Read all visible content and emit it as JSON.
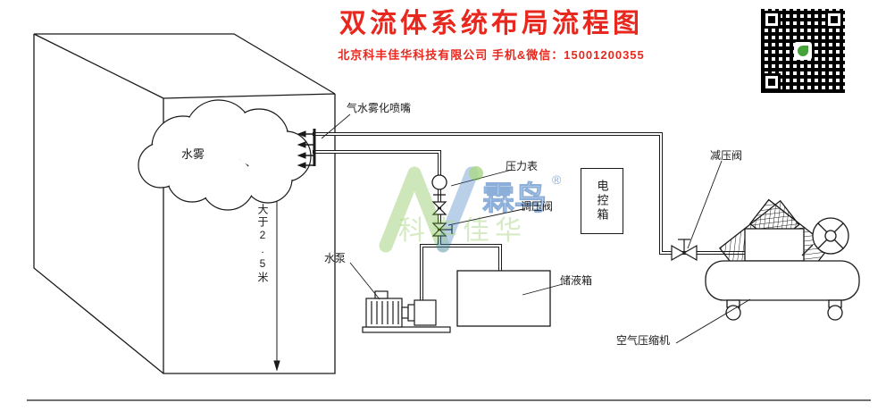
{
  "header": {
    "title": "双流体系统布局流程图",
    "subtitle": "北京科丰佳华科技有限公司 手机&微信：15001200355"
  },
  "labels": {
    "nozzle": "气水雾化喷嘴",
    "mist": "水雾",
    "pressure_gauge": "压力表",
    "regulator_valve": "调压阀",
    "control_box": "电控箱",
    "reducing_valve": "减压阀",
    "water_pump": "水泵",
    "storage_tank": "储液箱",
    "air_compressor": "空气压缩机",
    "height_note": "大于2.5米"
  },
  "watermark": {
    "brand": "科丰佳华",
    "logo_text": "霖鸟",
    "registered": "®"
  },
  "colors": {
    "title_red": "#e8281e",
    "line": "#1a1a1a",
    "watermark_green": "#6ab82e",
    "watermark_blue": "#2f6fbb"
  }
}
